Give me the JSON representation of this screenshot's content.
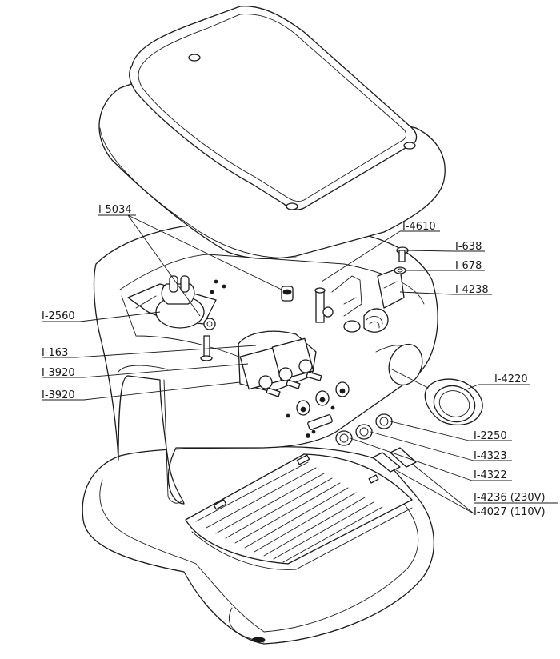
{
  "labels": [
    {
      "id": "I-5034",
      "text": "I-5034"
    },
    {
      "id": "I-4610",
      "text": "I-4610"
    },
    {
      "id": "I-638",
      "text": "I-638"
    },
    {
      "id": "I-678",
      "text": "I-678"
    },
    {
      "id": "I-4238",
      "text": "I-4238"
    },
    {
      "id": "I-2560",
      "text": "I-2560"
    },
    {
      "id": "I-163",
      "text": "I-163"
    },
    {
      "id": "I-3920a",
      "text": "I-3920"
    },
    {
      "id": "I-3920b",
      "text": "I-3920"
    },
    {
      "id": "I-4220",
      "text": "I-4220"
    },
    {
      "id": "I-2250",
      "text": "I-2250"
    },
    {
      "id": "I-4323",
      "text": "I-4323"
    },
    {
      "id": "I-4322",
      "text": "I-4322"
    },
    {
      "id": "I-4236",
      "text": "I-4236 (230V)"
    },
    {
      "id": "I-4027",
      "text": "I-4027 (110V)"
    }
  ]
}
